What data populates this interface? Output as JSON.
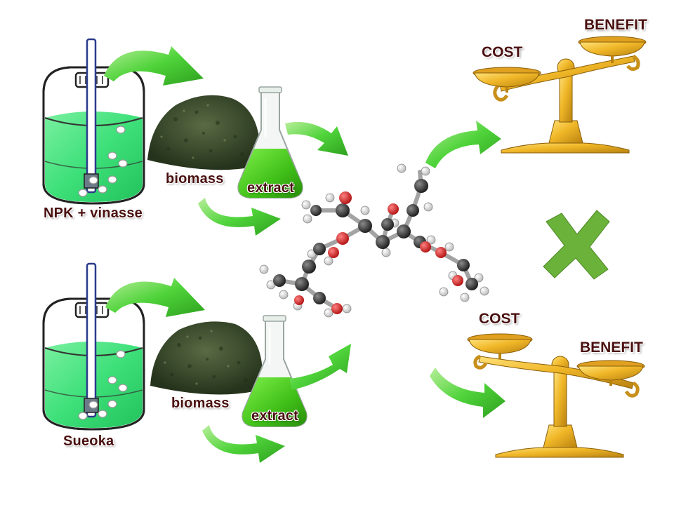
{
  "top_row": {
    "reactor_label": "NPK + vinasse",
    "biomass_label": "biomass",
    "extract_label": "extract"
  },
  "bottom_row": {
    "reactor_label": "Sueoka",
    "biomass_label": "biomass",
    "extract_label": "extract"
  },
  "scales": {
    "top": {
      "cost_label": "COST",
      "benefit_label": "BENEFIT"
    },
    "bottom": {
      "cost_label": "COST",
      "benefit_label": "BENEFIT"
    }
  },
  "colors": {
    "medium_green": "#3ee07a",
    "arrow_green": "#6ac62a",
    "cross_green": "#6ab23a",
    "gold": "#e8b428",
    "biomass": "#3c4a2e"
  }
}
